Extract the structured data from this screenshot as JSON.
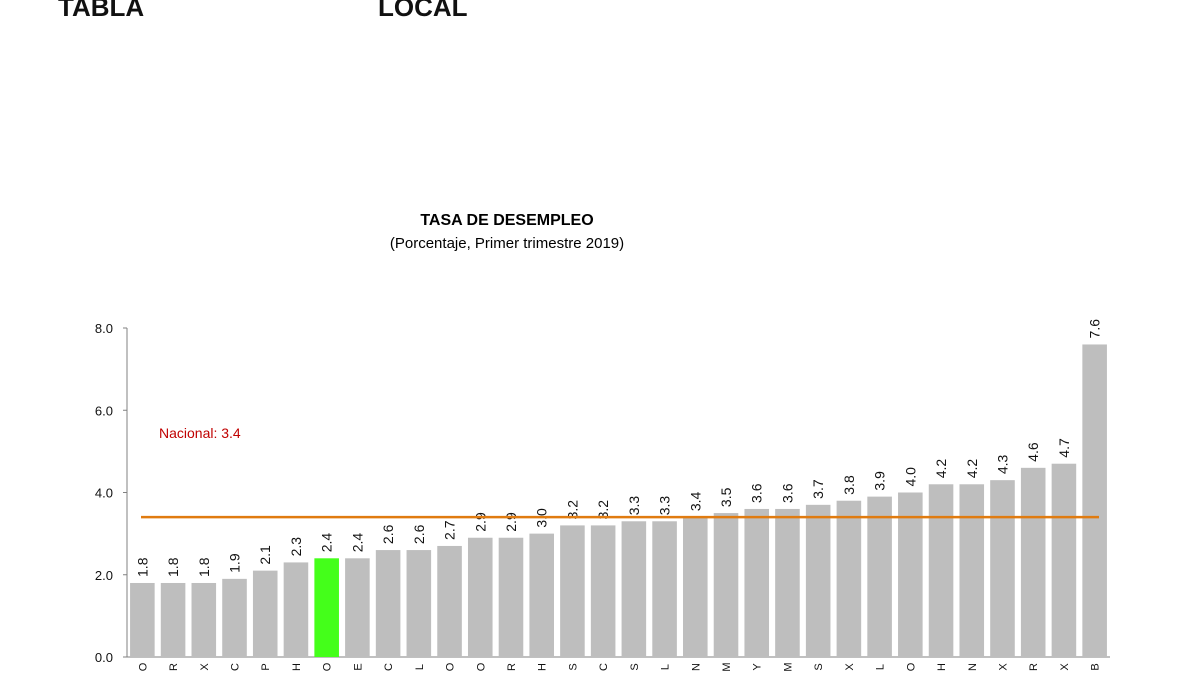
{
  "header": {
    "left": "TABLA",
    "right": "LOCAL"
  },
  "chart_data": {
    "type": "bar",
    "title": "TASA DE DESEMPLEO",
    "subtitle": "(Porcentaje, Primer trimestre 2019)",
    "xlabel": "",
    "ylabel": "",
    "ylim": [
      0,
      8
    ],
    "yticks": [
      "0.0",
      "2.0",
      "4.0",
      "6.0",
      "8.0"
    ],
    "categories": [
      "O",
      "R",
      "X",
      "C",
      "P",
      "H",
      "O",
      "E",
      "C",
      "L",
      "O",
      "O",
      "R",
      "H",
      "S",
      "C",
      "S",
      "L",
      "N",
      "M",
      "Y",
      "M",
      "S",
      "X",
      "L",
      "O",
      "H",
      "N",
      "X",
      "R",
      "X",
      "B"
    ],
    "values": [
      1.8,
      1.8,
      1.8,
      1.9,
      2.1,
      2.3,
      2.4,
      2.4,
      2.6,
      2.6,
      2.7,
      2.9,
      2.9,
      3.0,
      3.2,
      3.2,
      3.3,
      3.3,
      3.4,
      3.5,
      3.6,
      3.6,
      3.7,
      3.8,
      3.9,
      4.0,
      4.2,
      4.2,
      4.3,
      4.6,
      4.7,
      7.6
    ],
    "value_labels": [
      "1.8",
      "1.8",
      "1.8",
      "1.9",
      "2.1",
      "2.3",
      "2.4",
      "2.4",
      "2.6",
      "2.6",
      "2.7",
      "2.9",
      "2.9",
      "3.0",
      "3.2",
      "3.2",
      "3.3",
      "3.3",
      "3.4",
      "3.5",
      "3.6",
      "3.6",
      "3.7",
      "3.8",
      "3.9",
      "4.0",
      "4.2",
      "4.2",
      "4.3",
      "4.6",
      "4.7",
      "7.6"
    ],
    "highlight_index": 6,
    "reference_line": {
      "label": "Nacional: 3.4",
      "value": 3.4
    },
    "grid": false,
    "colors": {
      "bar": "#BEBEBE",
      "highlight": "#44FF1A",
      "reference_line": "#E07B10",
      "reference_label": "#C00000",
      "axis": "#808080"
    }
  }
}
